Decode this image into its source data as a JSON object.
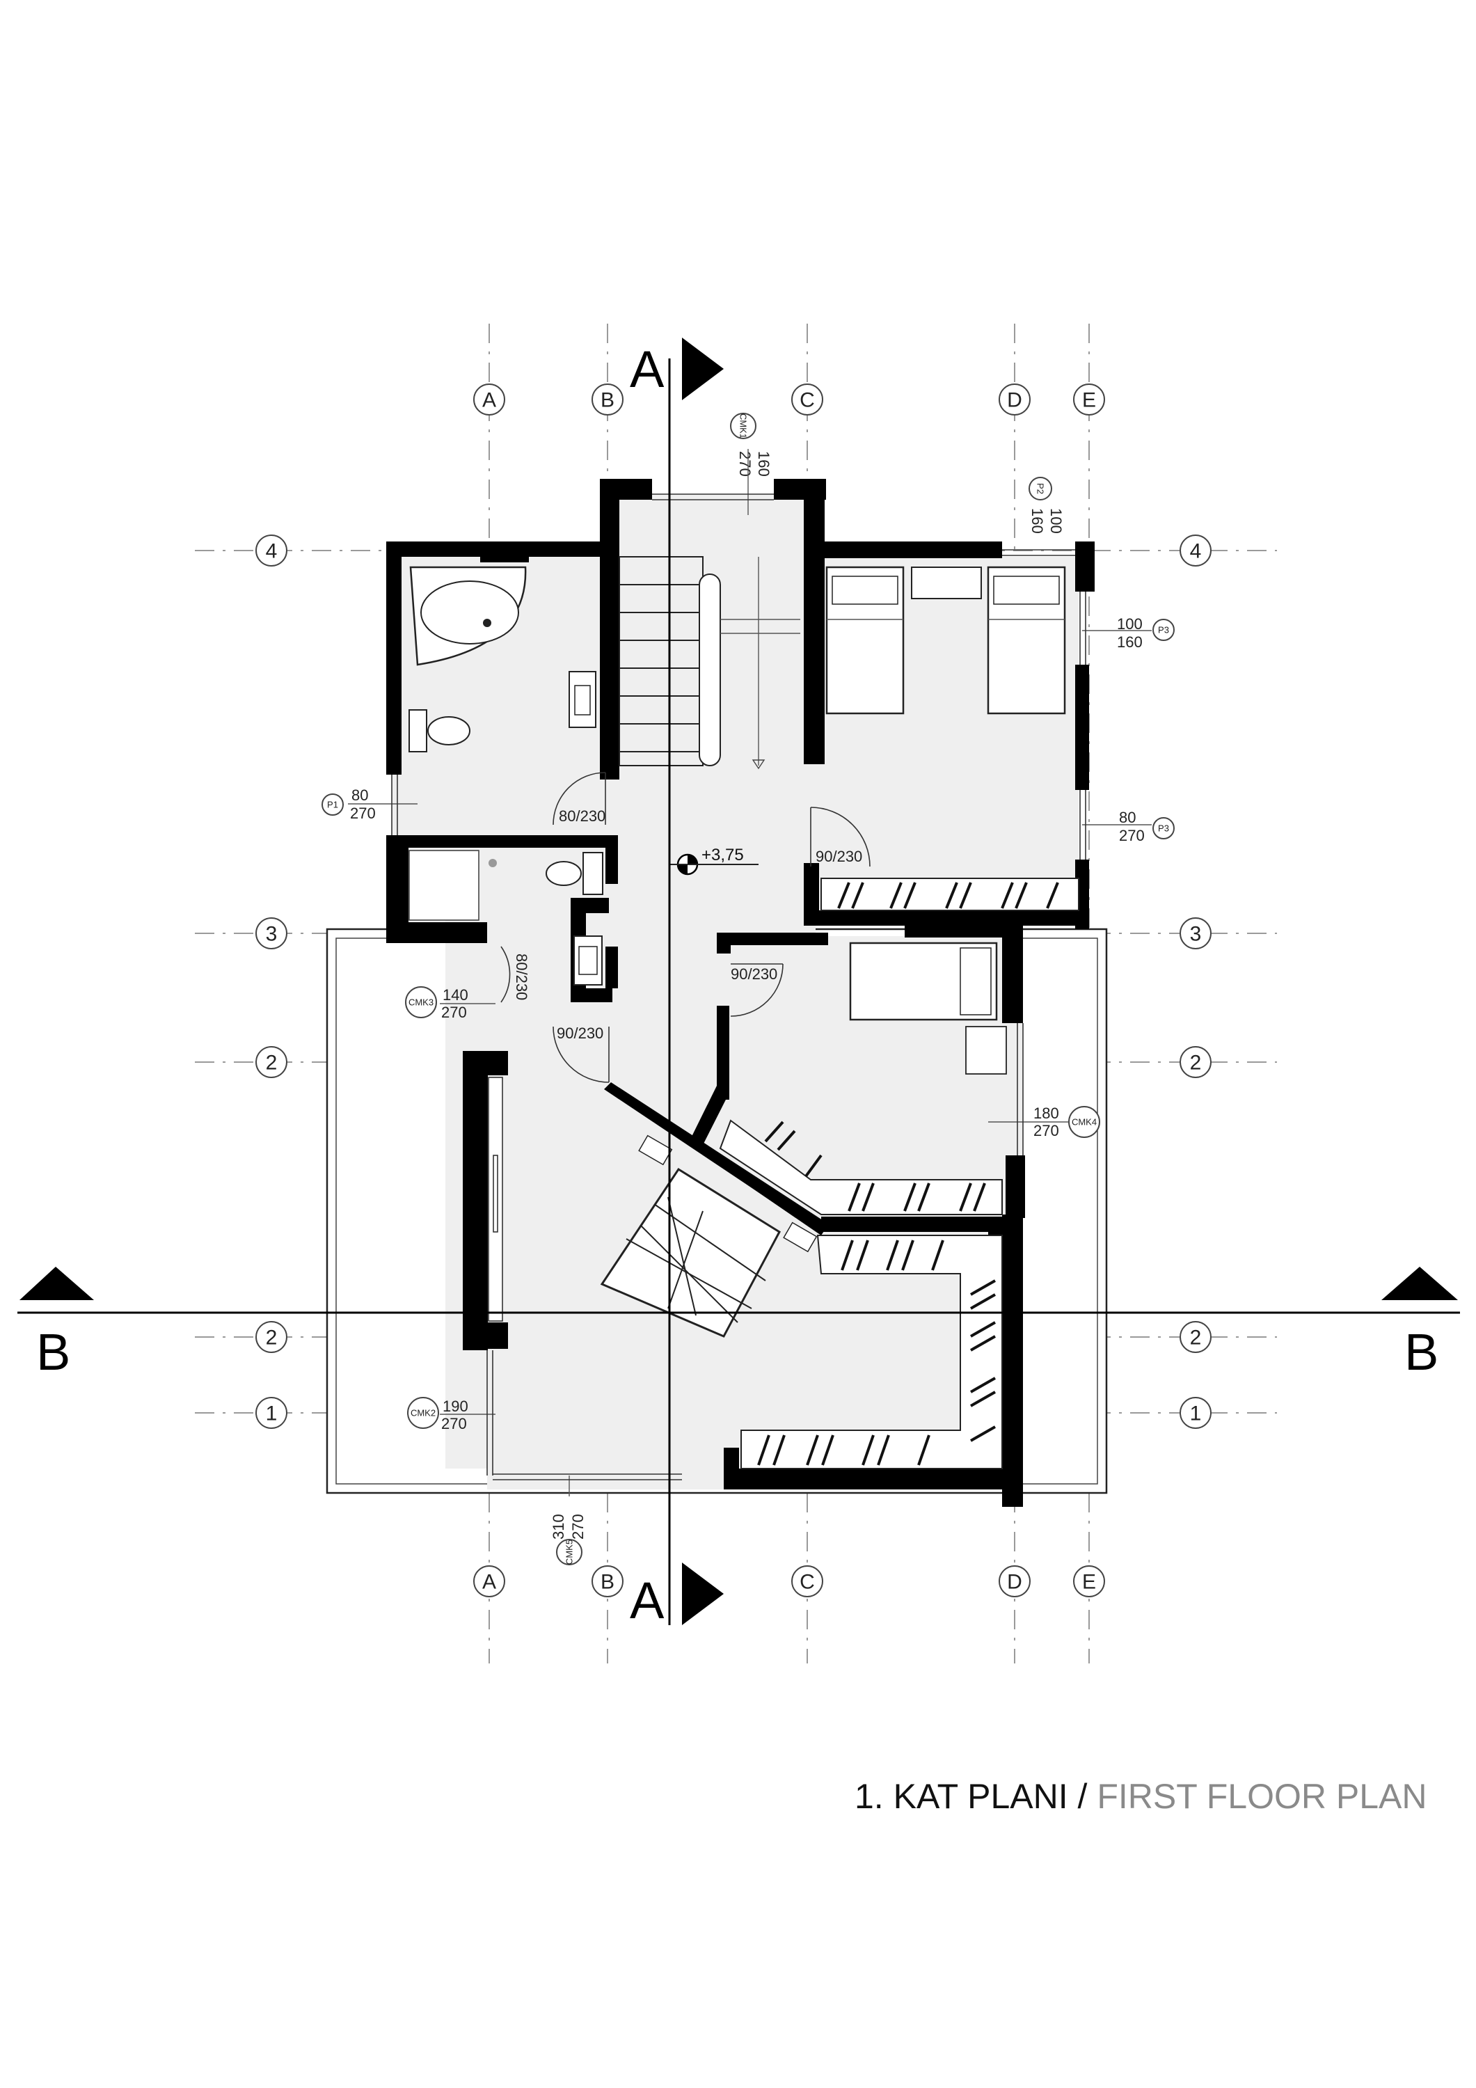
{
  "title": {
    "main": "1. KAT PLANI",
    "separator": " / ",
    "sub": "FIRST FLOOR PLAN"
  },
  "grid": {
    "columns": [
      "A",
      "B",
      "C",
      "D",
      "E"
    ],
    "rows": [
      "4",
      "3",
      "2",
      "2",
      "1"
    ]
  },
  "sections": {
    "a": "A",
    "b": "B"
  },
  "level": "+3,75",
  "doors": {
    "d1": "80/230",
    "d2": "90/230",
    "d3": "80/230",
    "d4": "90/230",
    "d5": "90/230"
  },
  "windows": {
    "cmk1_tag": "CMK1",
    "cmk1_w": "160",
    "cmk1_h": "270",
    "p2_tag": "P2",
    "p2_w": "100",
    "p2_h": "160",
    "p3a_tag": "P3",
    "p3a_w": "100",
    "p3a_h": "160",
    "p3b_tag": "P3",
    "p3b_w": "80",
    "p3b_h": "270",
    "p1_tag": "P1",
    "p1_w": "80",
    "p1_h": "270",
    "cmk3_tag": "CMK3",
    "cmk3_w": "140",
    "cmk3_h": "270",
    "cmk4_tag": "CMK4",
    "cmk4_w": "180",
    "cmk4_h": "270",
    "cmk2_tag": "CMK2",
    "cmk2_w": "190",
    "cmk2_h": "270",
    "cmk5_tag": "CMK5",
    "cmk5_w": "310",
    "cmk5_h": "270"
  }
}
